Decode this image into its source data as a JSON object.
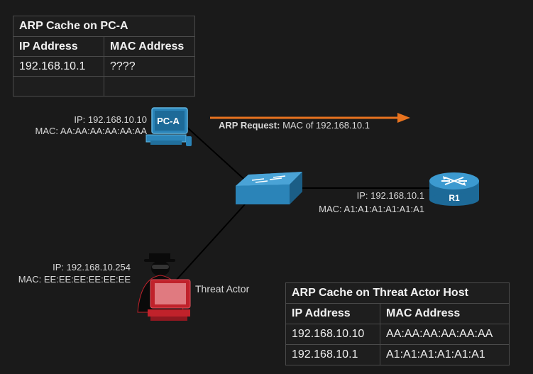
{
  "tables": {
    "pc_a": {
      "title": "ARP Cache on PC-A",
      "headers": [
        "IP Address",
        "MAC Address"
      ],
      "rows": [
        [
          "192.168.10.1",
          "????"
        ],
        [
          "",
          ""
        ]
      ]
    },
    "threat_actor": {
      "title": "ARP Cache on Threat Actor Host",
      "headers": [
        "IP Address",
        "MAC Address"
      ],
      "rows": [
        [
          "192.168.10.10",
          "AA:AA:AA:AA:AA:AA"
        ],
        [
          "192.168.10.1",
          "A1:A1:A1:A1:A1:A1"
        ]
      ]
    }
  },
  "nodes": {
    "pc_a": {
      "name": "PC-A",
      "ip": "IP: 192.168.10.10",
      "mac": "MAC: AA:AA:AA:AA:AA:AA"
    },
    "r1": {
      "name": "R1",
      "ip": "IP: 192.168.10.1",
      "mac": "MAC: A1:A1:A1:A1:A1:A1"
    },
    "threat": {
      "name": "Threat Actor",
      "ip": "IP: 192.168.10.254",
      "mac": "MAC: EE:EE:EE:EE:EE:EE"
    }
  },
  "arp_request": {
    "bold": "ARP Request:",
    "text": " MAC of 192.168.10.1"
  },
  "colors": {
    "arrow": "#e8731f",
    "device_blue": "#2b84b8",
    "threat_red": "#c0222b",
    "background": "#1a1a1a"
  }
}
